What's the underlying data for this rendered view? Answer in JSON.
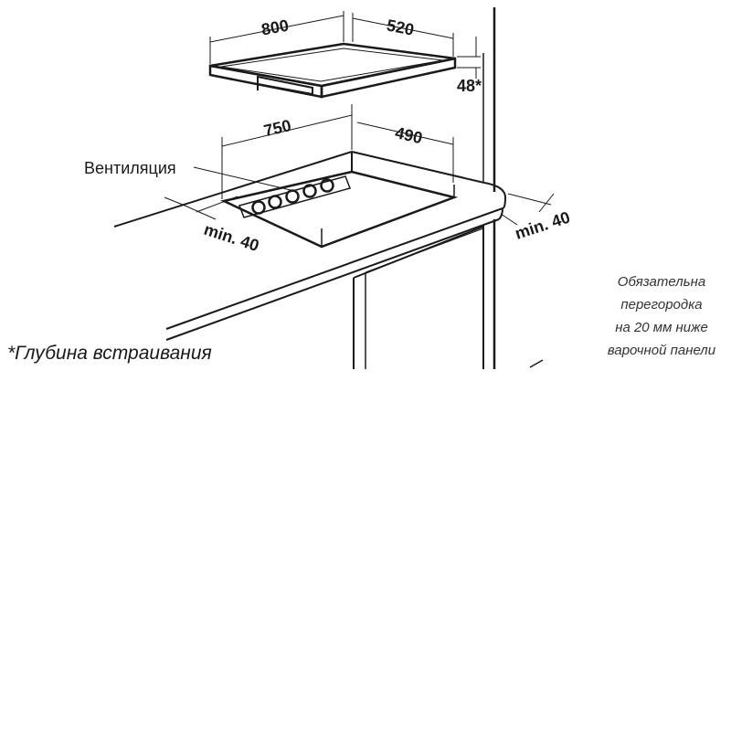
{
  "diagram": {
    "hob": {
      "width": "800",
      "depth": "520",
      "height": "48*"
    },
    "cutout": {
      "width": "750",
      "depth": "490"
    },
    "ventilation_label": "Вентиляция",
    "min_front": "min. 40",
    "min_rear": "min. 40",
    "depth_note": "*Глубина встраивания",
    "partition_note": [
      "Обязательна",
      "перегородка",
      "на 20 мм ниже",
      "варочной панели"
    ]
  }
}
